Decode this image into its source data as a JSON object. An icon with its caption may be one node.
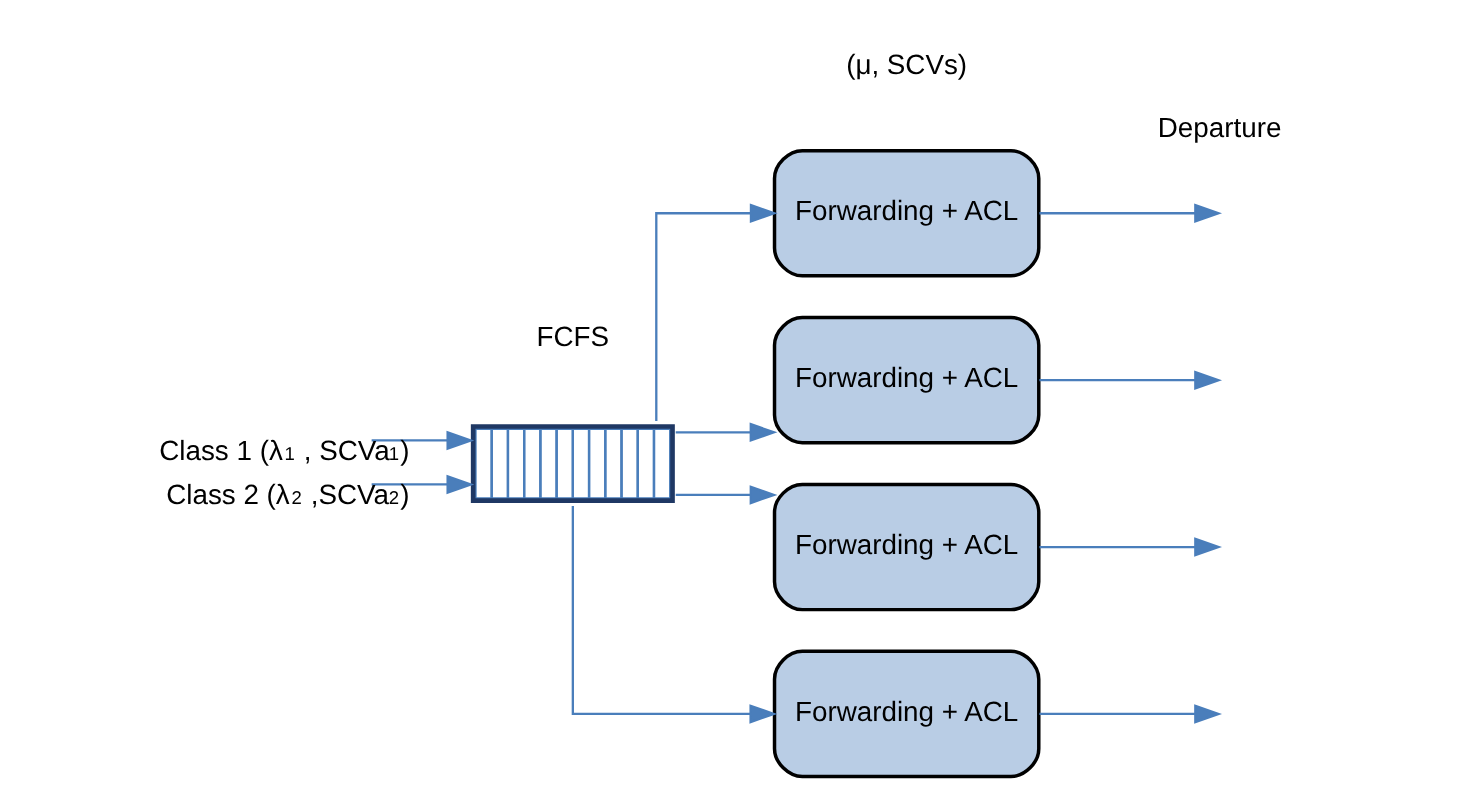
{
  "diagram": {
    "nodes": [
      {
        "text": [],
        "shape": "box"
      },
      {
        "text": [
          "Forwarding + ACL"
        ]
      },
      {
        "text": [
          "Forwarding + ACL"
        ]
      },
      {
        "text": [
          "Forwarding + ACL"
        ]
      },
      {
        "text": [
          "Forwarding + ACL"
        ]
      }
    ],
    "edges": [
      {
        "from": null,
        "to": 0,
        "arrow": "to",
        "label": "Class 1 (λ$_{1}$ , SCVa$_{1}$)"
      },
      {
        "from": null,
        "to": 0,
        "arrow": "to",
        "label": "Class 2 (λ$_{2}$ ,SCVa$_{2}$)"
      },
      {
        "from": 0,
        "to": 1,
        "arrow": "to"
      },
      {
        "from": 0,
        "to": 2,
        "arrow": "to"
      },
      {
        "from": 0,
        "to": 3,
        "arrow": "to"
      },
      {
        "from": 0,
        "to": 4,
        "arrow": "to"
      },
      {
        "from": 1,
        "to": null,
        "arrow": "to"
      },
      {
        "from": 2,
        "to": null,
        "arrow": "to"
      },
      {
        "from": 3,
        "to": null,
        "arrow": "to"
      },
      {
        "from": 4,
        "to": null,
        "arrow": "to"
      }
    ],
    "labels": [
      "(μ, SCVs)",
      "FCFS",
      "Departure"
    ]
  }
}
